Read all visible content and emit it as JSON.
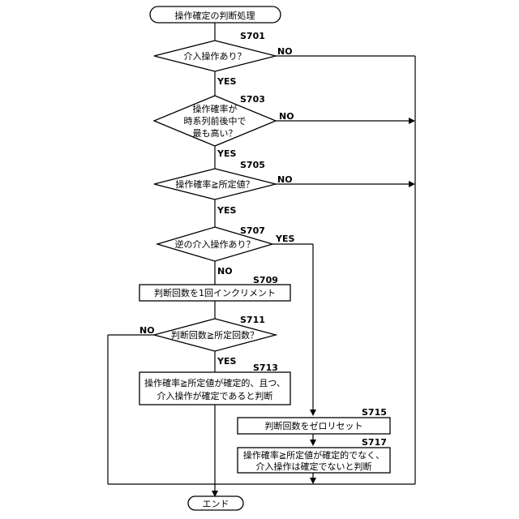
{
  "flowchart": {
    "start": "操作確定の判断処理",
    "end": "エンド",
    "decisions": [
      {
        "step": "S701",
        "lines": [
          "介入操作あり？"
        ],
        "no": "NO",
        "yes": "YES"
      },
      {
        "step": "S703",
        "lines": [
          "操作確率が",
          "時系列前後中で",
          "最も高い？"
        ],
        "no": "NO",
        "yes": "YES"
      },
      {
        "step": "S705",
        "lines": [
          "操作確率≧所定値？"
        ],
        "no": "NO",
        "yes": "YES"
      },
      {
        "step": "S707",
        "lines": [
          "逆の介入操作あり？"
        ],
        "yes": "YES",
        "no": "NO"
      },
      {
        "step": "S711",
        "lines": [
          "判断回数≧所定回数？"
        ],
        "no": "NO",
        "yes": "YES"
      }
    ],
    "processes": [
      {
        "step": "S709",
        "lines": [
          "判断回数を1回インクリメント"
        ]
      },
      {
        "step": "S713",
        "lines": [
          "操作確率≧所定値が確定的、且つ、",
          "介入操作が確定であると判断"
        ]
      },
      {
        "step": "S715",
        "lines": [
          "判断回数をゼロリセット"
        ]
      },
      {
        "step": "S717",
        "lines": [
          "操作確率≧所定値が確定的でなく、",
          "介入操作は確定でないと判断"
        ]
      }
    ]
  }
}
